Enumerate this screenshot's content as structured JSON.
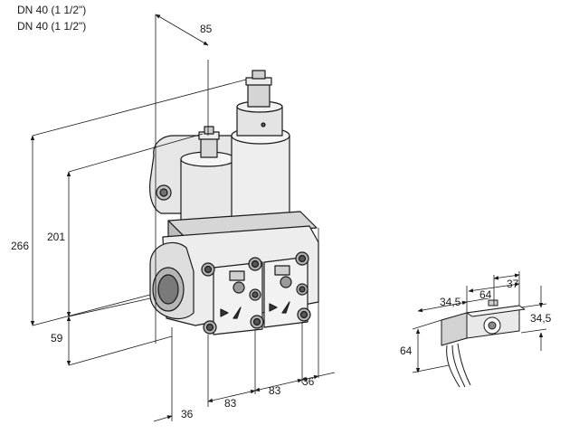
{
  "header": {
    "line1": "DN 40 (1 1/2\")",
    "line2": "DN 40 (1 1/2\")"
  },
  "dimensions": {
    "top_width": "85",
    "height_total": "266",
    "height_body": "201",
    "height_lower": "59",
    "bottom_left": "36",
    "bottom_span1": "83",
    "bottom_span2": "83",
    "bottom_right": "36",
    "plug_width": "34,5",
    "plug_depth": "64",
    "plug_offset": "37",
    "plug_height_right": "34,5",
    "plug_height_left": "64"
  },
  "colors": {
    "line": "#1a1a1a",
    "body_light": "#f2f2f2",
    "body_mid": "#d9d9d9",
    "body_dark": "#9a9a9a"
  }
}
